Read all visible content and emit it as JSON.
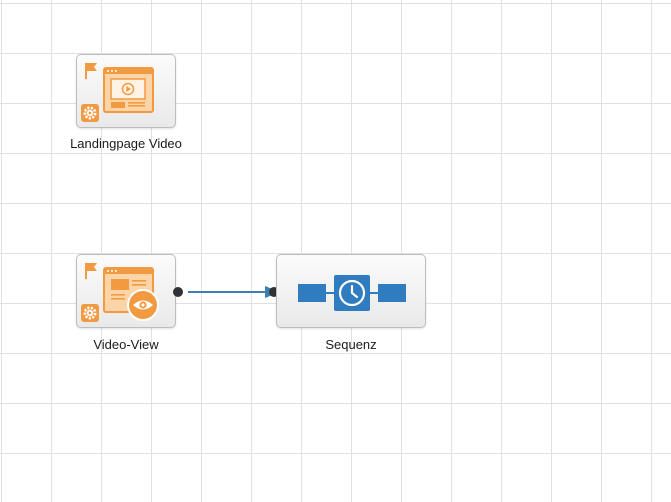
{
  "canvas": {
    "grid_color": "#e1e1e1",
    "background": "#ffffff"
  },
  "nodes": [
    {
      "id": "landingpage",
      "label": "Landingpage Video",
      "icon": "landing-page-video-icon",
      "badge": "gear-icon",
      "flag": "flag-icon"
    },
    {
      "id": "videoview",
      "label": "Video-View",
      "icon": "video-view-icon",
      "badge": "gear-icon",
      "flag": "flag-icon",
      "overlay": "eye-icon"
    },
    {
      "id": "sequenz",
      "label": "Sequenz",
      "icon": "sequence-clock-icon"
    }
  ],
  "connection": {
    "from": "videoview",
    "to": "sequenz",
    "color": "#3f7fb0"
  },
  "colors": {
    "orange": "#f29a3f",
    "orange_light": "#fbd4a8",
    "blue": "#2f7cc0"
  }
}
